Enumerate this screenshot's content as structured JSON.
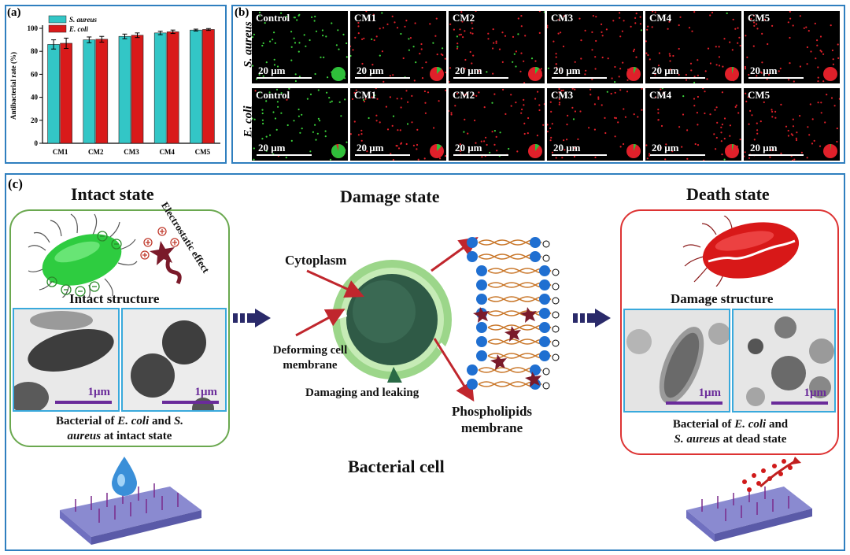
{
  "panel_a": {
    "label": "(a)",
    "chart_data": {
      "type": "bar",
      "categories": [
        "CM1",
        "CM2",
        "CM3",
        "CM4",
        "CM5"
      ],
      "series": [
        {
          "name": "S. aureus",
          "values": [
            86,
            90,
            93,
            96,
            98.5
          ],
          "errors": [
            4,
            2.5,
            2,
            1.5,
            0.8
          ],
          "color": "#33c6c6"
        },
        {
          "name": "E. coli",
          "values": [
            87,
            90.5,
            94,
            97,
            99
          ],
          "errors": [
            4.5,
            2.5,
            2,
            1.5,
            0.8
          ],
          "color": "#d91a1a"
        }
      ],
      "ylabel": "Antibacterial rate (%)",
      "ylim": [
        0,
        100
      ],
      "yticks": [
        0,
        20,
        40,
        60,
        80,
        100
      ],
      "legend": "top-left"
    }
  },
  "panel_b": {
    "label": "(b)",
    "rows": [
      {
        "name": "S. aureus",
        "cells": [
          {
            "label": "Control",
            "scale": "20 μm",
            "green_fraction": 1.0
          },
          {
            "label": "CM1",
            "scale": "20 μm",
            "green_fraction": 0.12
          },
          {
            "label": "CM2",
            "scale": "20 μm",
            "green_fraction": 0.1
          },
          {
            "label": "CM3",
            "scale": "20 μm",
            "green_fraction": 0.07
          },
          {
            "label": "CM4",
            "scale": "20 μm",
            "green_fraction": 0.04
          },
          {
            "label": "CM5",
            "scale": "20 μm",
            "green_fraction": 0.0
          }
        ]
      },
      {
        "name": "E. coli",
        "cells": [
          {
            "label": "Control",
            "scale": "20 μm",
            "green_fraction": 0.95
          },
          {
            "label": "CM1",
            "scale": "20 μm",
            "green_fraction": 0.12
          },
          {
            "label": "CM2",
            "scale": "20 μm",
            "green_fraction": 0.1
          },
          {
            "label": "CM3",
            "scale": "20 μm",
            "green_fraction": 0.06
          },
          {
            "label": "CM4",
            "scale": "20 μm",
            "green_fraction": 0.04
          },
          {
            "label": "CM5",
            "scale": "20 μm",
            "green_fraction": 0.02
          }
        ]
      }
    ]
  },
  "panel_c": {
    "label": "(c)",
    "intact": {
      "title": "Intact state",
      "effect": "Electrostatic effect",
      "structure": "Intact structure",
      "scale": "1μm",
      "caption_1": "Bacterial of ",
      "caption_ecoli": "E. coli",
      "caption_2": " and ",
      "caption_saureus": "S.",
      "caption_3": "aureus",
      "caption_4": " at intact state"
    },
    "damage": {
      "title": "Damage state",
      "cytoplasm": "Cytoplasm",
      "deforming": "Deforming cell membrane",
      "leaking": "Damaging and leaking",
      "phospholipids": "Phospholipids membrane",
      "bacterial_cell": "Bacterial cell"
    },
    "death": {
      "title": "Death state",
      "structure": "Damage structure",
      "scale": "1μm",
      "caption_1": "Bacterial of ",
      "caption_ecoli": "E. coli",
      "caption_2": " and",
      "caption_saureus": "S. aureus",
      "caption_3": " at dead state"
    }
  },
  "colors": {
    "frame": "#2f7fbf",
    "intact_border": "#6aa84f",
    "death_border": "#d33",
    "accent_purple": "#6a2b9a"
  }
}
